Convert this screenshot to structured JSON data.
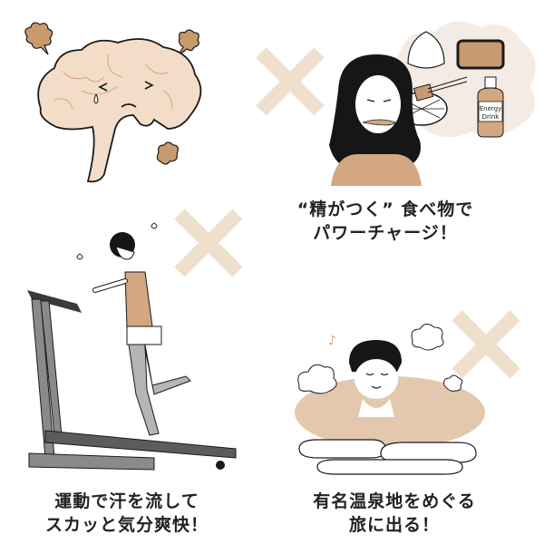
{
  "colors": {
    "cross": "#efdfcd",
    "skin_light": "#f3ddc9",
    "tan": "#d2a781",
    "brown_puff": "#c99a6e",
    "outline": "#1a1a1a",
    "hair": "#161616",
    "treadmill_gray": "#8a8a8a",
    "treadmill_dark": "#3a3a3a",
    "pants_gray": "#b5b5b5",
    "bath_water": "#e3c8ad",
    "text": "#222222"
  },
  "panels": [
    {
      "id": "brain",
      "description": "Crying tired brain with dust puffs",
      "has_cross": false
    },
    {
      "id": "stamina-food",
      "description": "Woman eating stamina foods",
      "has_cross": true,
      "bottle_label_line1": "Energy",
      "bottle_label_line2": "Drink",
      "caption_line1": "“精がつく” 食べ物で",
      "caption_line2": "パワーチャージ！"
    },
    {
      "id": "treadmill",
      "description": "Woman running on treadmill",
      "has_cross": true,
      "caption_line1": "運動で汗を流して",
      "caption_line2": "スカッと気分爽快！"
    },
    {
      "id": "hot-spring",
      "description": "Woman relaxing in hot spring",
      "has_cross": true,
      "music_note": "♪",
      "caption_line1": "有名温泉地をめぐる",
      "caption_line2": "旅に出る！"
    }
  ]
}
